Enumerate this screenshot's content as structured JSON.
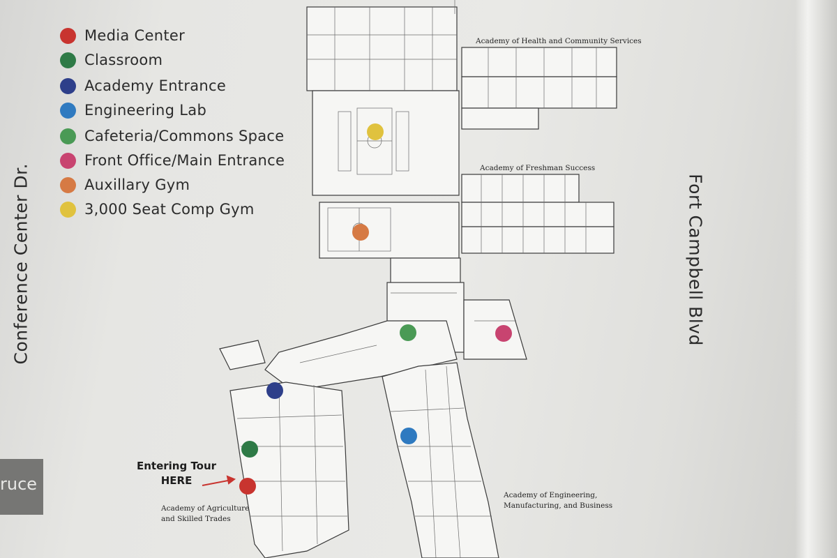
{
  "legend": [
    {
      "label": "Media Center",
      "color": "#c8342f"
    },
    {
      "label": "Classroom",
      "color": "#2e7a46"
    },
    {
      "label": "Academy Entrance",
      "color": "#2e3f8a"
    },
    {
      "label": "Engineering Lab",
      "color": "#2f7ac0"
    },
    {
      "label": "Cafeteria/Commons Space",
      "color": "#4a9a55"
    },
    {
      "label": "Front Office/Main Entrance",
      "color": "#c84470"
    },
    {
      "label": "Auxillary Gym",
      "color": "#d67a44"
    },
    {
      "label": "3,000 Seat Comp Gym",
      "color": "#e0c23e"
    }
  ],
  "streets": {
    "left": "Conference Center Dr.",
    "right": "Fort Campbell Blvd"
  },
  "tab_text": "ruce",
  "academies": {
    "health": "Academy of Health and Community Services",
    "freshman": "Academy of Freshman Success",
    "agriculture_1": "Academy of Agriculture",
    "agriculture_2": "and Skilled Trades",
    "engineering_1": "Academy of Engineering,",
    "engineering_2": "Manufacturing, and Business"
  },
  "tour": {
    "line1": "Entering Tour",
    "line2": "HERE"
  },
  "markers": [
    {
      "name": "media-center",
      "color": "#c8342f"
    },
    {
      "name": "classroom",
      "color": "#2e7a46"
    },
    {
      "name": "academy-entrance",
      "color": "#2e3f8a"
    },
    {
      "name": "engineering-lab",
      "color": "#2f7ac0"
    },
    {
      "name": "cafeteria",
      "color": "#4a9a55"
    },
    {
      "name": "front-office",
      "color": "#c84470"
    },
    {
      "name": "auxillary-gym",
      "color": "#d67a44"
    },
    {
      "name": "comp-gym",
      "color": "#e0c23e"
    }
  ]
}
